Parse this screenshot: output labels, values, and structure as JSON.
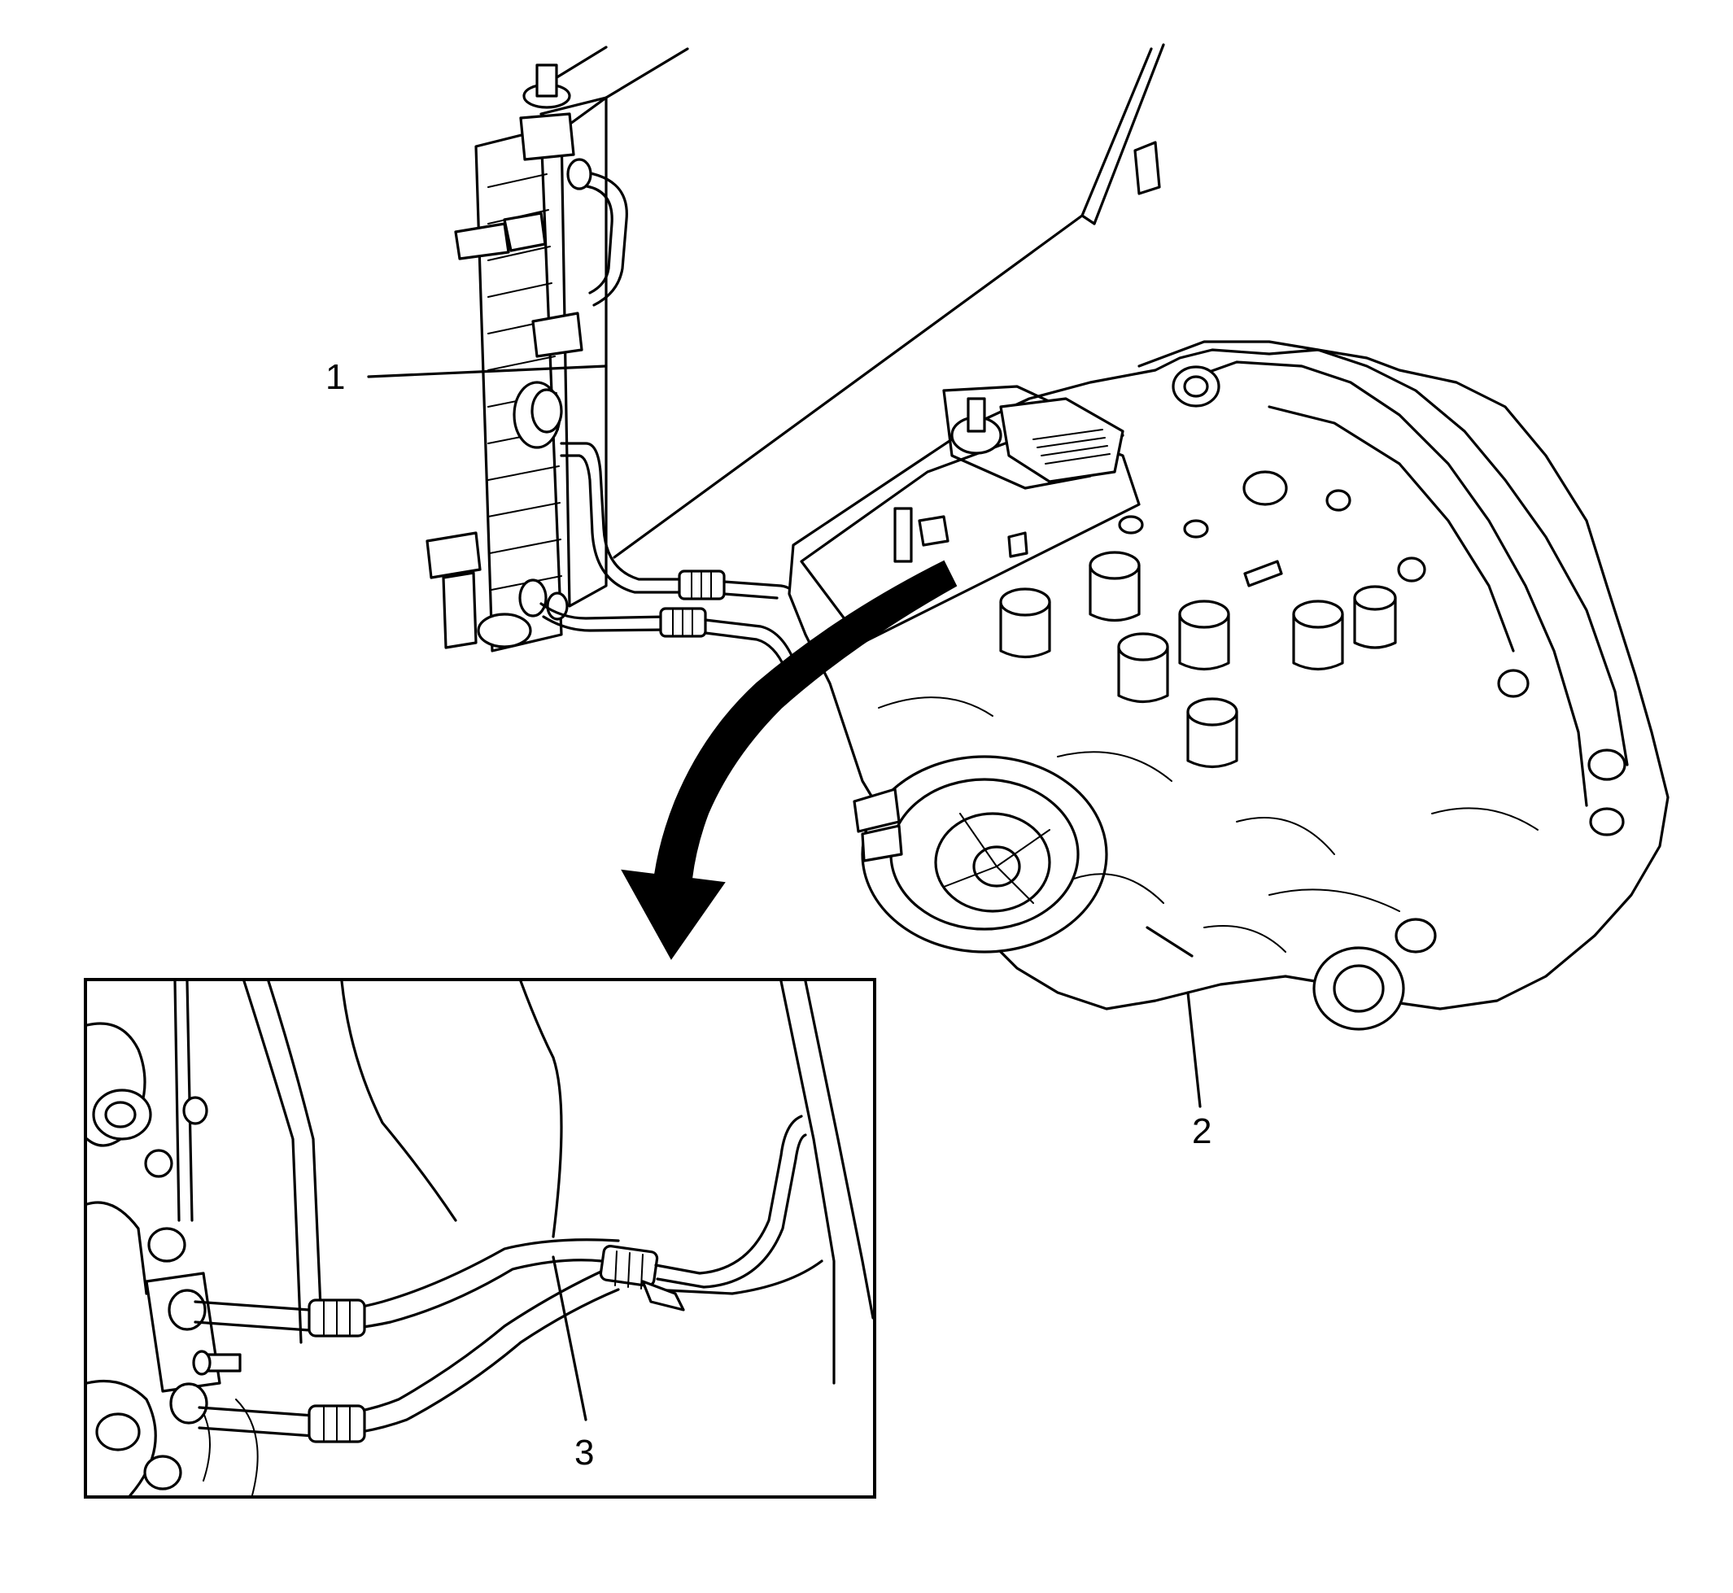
{
  "callouts": [
    {
      "id": "1",
      "label": "1"
    },
    {
      "id": "2",
      "label": "2"
    },
    {
      "id": "3",
      "label": "3"
    }
  ],
  "colors": {
    "line": "#000000",
    "background": "#ffffff"
  },
  "icons": {
    "direction_arrow": "curved-arrow-icon"
  }
}
